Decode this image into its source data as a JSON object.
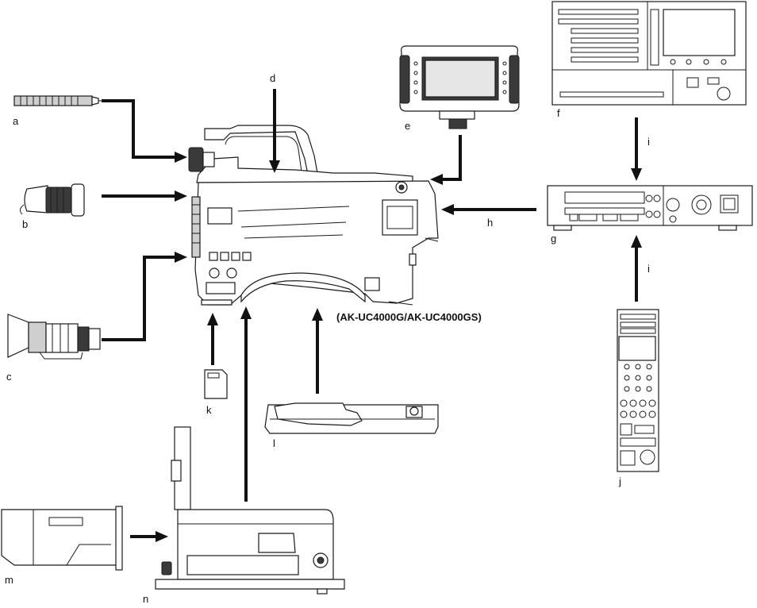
{
  "labels": {
    "a": "a",
    "b": "b",
    "c": "c",
    "d": "d",
    "e": "e",
    "f": "f",
    "g": "g",
    "h": "h",
    "i1": "i",
    "i2": "i",
    "j": "j",
    "k": "k",
    "l": "l",
    "m": "m",
    "n": "n"
  },
  "model": "(AK-UC4000G/AK-UC4000GS)",
  "colors": {
    "line": "#111111",
    "fill_light": "#cfcfcf",
    "fill_dark": "#3a3a3a"
  },
  "components": [
    "microphone",
    "viewfinder",
    "zoom-lens",
    "camera-body",
    "lcd-monitor",
    "remote-operation-panel",
    "camera-control-unit",
    "sd-memory-card",
    "tripod-adapter",
    "control-panel",
    "large-lens-adapter",
    "lens-hood"
  ]
}
